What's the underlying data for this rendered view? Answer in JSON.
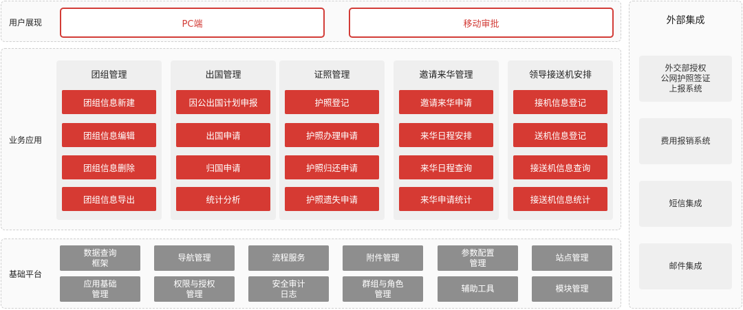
{
  "user_layer": {
    "label": "用户展现",
    "buttons": [
      "PC端",
      "移动审批"
    ]
  },
  "business_layer": {
    "label": "业务应用",
    "columns": [
      {
        "title": "团组管理",
        "items": [
          "团组信息新建",
          "团组信息编辑",
          "团组信息删除",
          "团组信息导出"
        ]
      },
      {
        "title": "出国管理",
        "items": [
          "因公出国计划申报",
          "出国申请",
          "归国申请",
          "统计分析"
        ]
      },
      {
        "title": "证照管理",
        "items": [
          "护照登记",
          "护照办理申请",
          "护照归还申请",
          "护照遗失申请"
        ]
      },
      {
        "title": "邀请来华管理",
        "items": [
          "邀请来华申请",
          "来华日程安排",
          "来华日程查询",
          "来华申请统计"
        ]
      },
      {
        "title": "领导接送机安排",
        "items": [
          "接机信息登记",
          "送机信息登记",
          "接送机信息查询",
          "接送机信息统计"
        ]
      }
    ]
  },
  "platform_layer": {
    "label": "基础平台",
    "row1": [
      "数据查询\n框架",
      "导航管理",
      "流程服务",
      "附件管理",
      "参数配置\n管理",
      "站点管理"
    ],
    "row2": [
      "应用基础\n管理",
      "权限与授权\n管理",
      "安全审计\n日志",
      "群组与角色\n管理",
      "辅助工具",
      "模块管理"
    ]
  },
  "external": {
    "title": "外部集成",
    "items": [
      "外交部授权\n公网护照签证\n上报系统",
      "费用报销系统",
      "短信集成",
      "邮件集成"
    ]
  }
}
